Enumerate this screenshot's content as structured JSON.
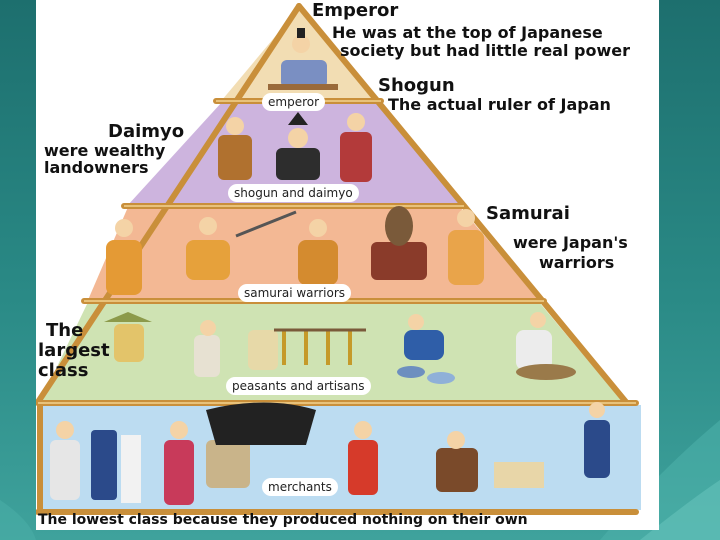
{
  "slide": {
    "colors": {
      "background": "#2a8a86",
      "tier_emperor": "#f2ddb3",
      "tier_shogun_daimyo": "#cdb4de",
      "tier_samurai": "#f3b894",
      "tier_peasants": "#cfe3b3",
      "tier_merchants": "#bcdcf1",
      "bamboo_frame": "#d4a24e"
    }
  },
  "diagram": {
    "annotations": {
      "emperor_title": "Emperor",
      "emperor_line1": "He was at the top of Japanese",
      "emperor_line2": "society but had little real power",
      "shogun_title": "Shogun",
      "shogun_desc": "The actual ruler of Japan",
      "daimyo_title": "Daimyo",
      "daimyo_line1": "were wealthy",
      "daimyo_line2": "landowners",
      "samurai_title": "Samurai",
      "samurai_line1": "were Japan's",
      "samurai_line2": "warriors",
      "largest_line1": "The",
      "largest_line2": "largest",
      "largest_line3": "class",
      "lowest_caption": "The lowest class because they produced nothing on their own"
    },
    "tiers": [
      {
        "label": "emperor"
      },
      {
        "label": "shogun and daimyo"
      },
      {
        "label": "samurai warriors"
      },
      {
        "label": "peasants and artisans"
      },
      {
        "label": "merchants"
      }
    ]
  }
}
